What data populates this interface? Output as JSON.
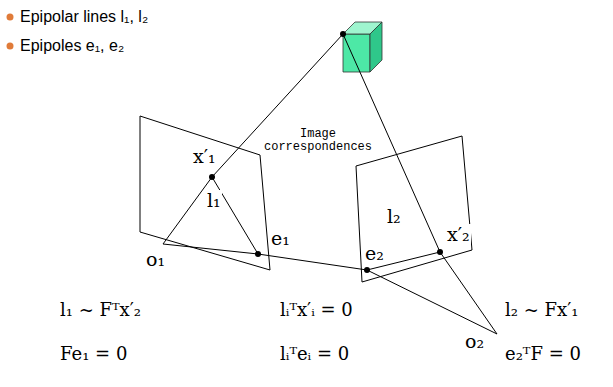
{
  "diagram": {
    "labels": [
      "Epipolar lines l₁, l₂",
      "Epipoles e₁, e₂",
      "Image correspondences",
      "x′₁",
      "l₁",
      "e₁",
      "o₁",
      "x′₂",
      "l₂",
      "e₂",
      "o₂",
      "l₁ ~ Fᵀx′₂",
      "lᵢᵀx′ᵢ = 0",
      "l₂ ~ Fx′₁",
      "Fe₁ = 0",
      "lᵢᵀeᵢ = 0",
      "e₂ᵀF = 0"
    ]
  }
}
